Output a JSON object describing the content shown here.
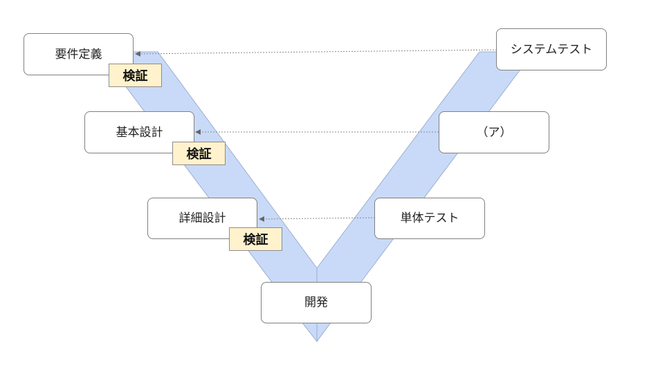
{
  "diagram": {
    "colors": {
      "band_fill": "#c9daf8",
      "band_stroke": "#9aaed0",
      "arrow_color": "#888888",
      "box_border": "#7f7f7f",
      "verify_fill": "#fff2cc"
    },
    "left_nodes": {
      "requirements": "要件定義",
      "basic_design": "基本設計",
      "detailed_design": "詳細設計"
    },
    "right_nodes": {
      "system_test": "システムテスト",
      "unknown_a": "（ア）",
      "unit_test": "単体テスト"
    },
    "bottom_node": "開発",
    "verify_label": "検証"
  }
}
